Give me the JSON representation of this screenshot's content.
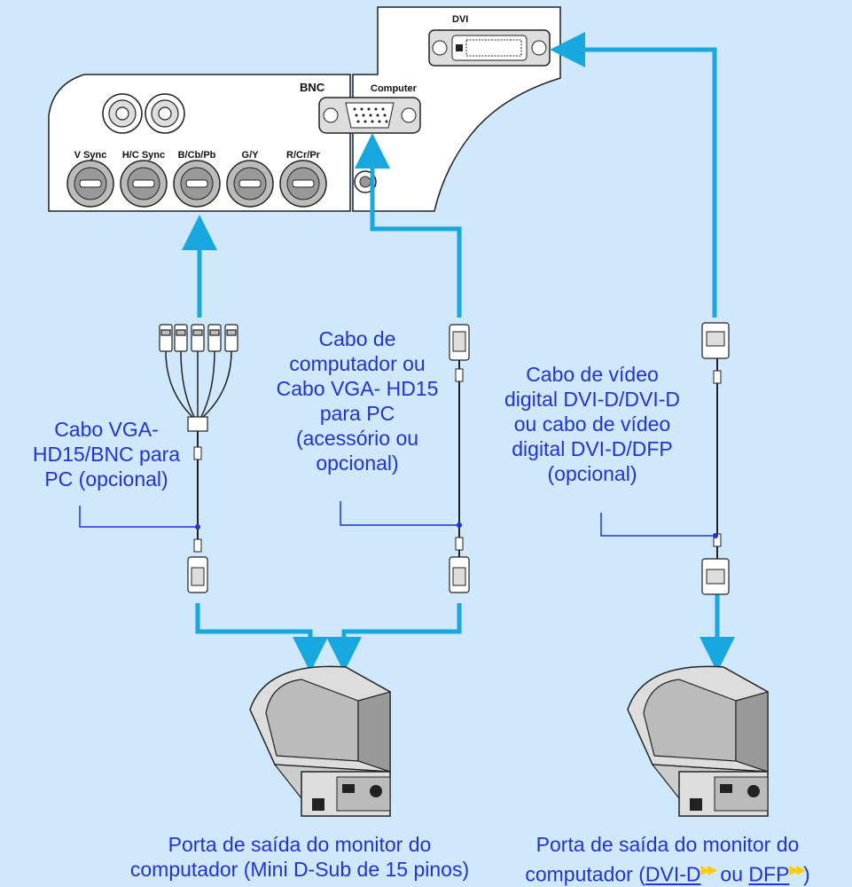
{
  "panels": {
    "bnc_label": "BNC",
    "computer_label": "Computer",
    "dvi_label": "DVI",
    "bnc_ports": [
      "V Sync",
      "H/C Sync",
      "B/Cb/Pb",
      "G/Y",
      "R/Cr/Pr"
    ]
  },
  "cables": {
    "bnc_cable": [
      "Cabo VGA-",
      "HD15/BNC para",
      "PC (opcional)"
    ],
    "vga_cable": [
      "Cabo de",
      "computador ou",
      "Cabo VGA- HD15",
      "para PC",
      "(acessório ou",
      "opcional)"
    ],
    "dvi_cable": [
      "Cabo de vídeo",
      "digital DVI-D/DVI-D",
      "ou cabo de vídeo",
      "digital DVI-D/DFP",
      "(opcional)"
    ]
  },
  "monitors": {
    "left": {
      "line1": "Porta de saída do monitor do",
      "line2": "computador (Mini D-Sub de 15 pinos)"
    },
    "right": {
      "line1": "Porta de saída do monitor do",
      "line2_prefix": "computador (",
      "link1": "DVI-D",
      "middle": " ou ",
      "link2": "DFP",
      "suffix": ")"
    }
  },
  "colors": {
    "cable_route": "#18a8e0",
    "label_text": "#2233d6",
    "background": "#cfe8fb",
    "glossary_marker": "#ffcc00"
  },
  "icons": [
    "bnc-connector-icon",
    "vga-port-icon",
    "dvi-port-icon",
    "vga-plug-icon",
    "dvi-plug-icon",
    "crt-monitor-icon",
    "glossary-arrow-icon"
  ]
}
